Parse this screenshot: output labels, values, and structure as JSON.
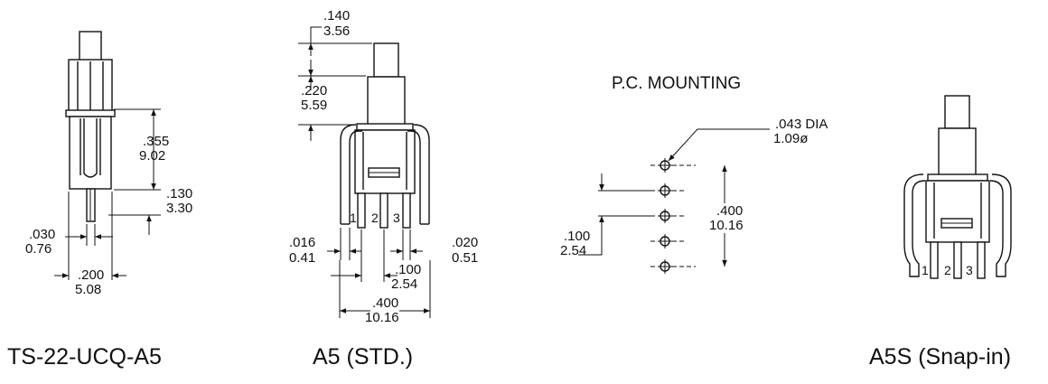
{
  "captions": {
    "left": "TS-22-UCQ-A5",
    "middle": "A5 (STD.)",
    "right": "A5S (Snap-in)"
  },
  "pc_mounting": {
    "title": "P.C. MOUNTING",
    "hole_dia_in": ".043 DIA",
    "hole_dia_mm": "1.09ø",
    "span_in": ".400",
    "span_mm": "10.16",
    "pitch_in": ".100",
    "pitch_mm": "2.54"
  },
  "left_view": {
    "dim_355_in": ".355",
    "dim_355_mm": "9.02",
    "dim_130_in": ".130",
    "dim_130_mm": "3.30",
    "dim_030_in": ".030",
    "dim_030_mm": "0.76",
    "dim_200_in": ".200",
    "dim_200_mm": "5.08"
  },
  "middle_view": {
    "dim_140_in": ".140",
    "dim_140_mm": "3.56",
    "dim_220_in": ".220",
    "dim_220_mm": "5.59",
    "dim_016_in": ".016",
    "dim_016_mm": "0.41",
    "dim_020_in": ".020",
    "dim_020_mm": "0.51",
    "dim_100_in": ".100",
    "dim_100_mm": "2.54",
    "dim_400_in": ".400",
    "dim_400_mm": "10.16",
    "pins": [
      "1",
      "2",
      "3"
    ]
  },
  "right_view": {
    "pins": [
      "1",
      "2",
      "3"
    ]
  }
}
